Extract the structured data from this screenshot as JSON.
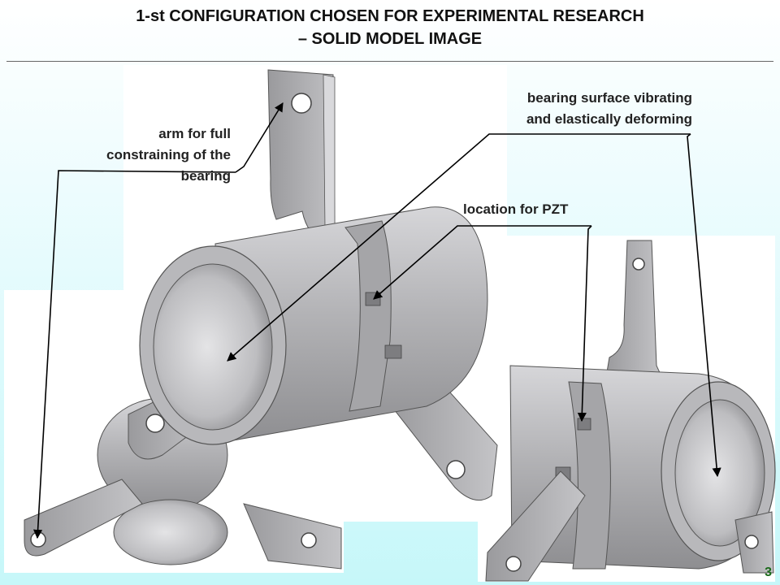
{
  "slide": {
    "title_line1": "1-st CONFIGURATION CHOSEN FOR EXPERIMENTAL RESEARCH",
    "title_line2": "– SOLID MODEL IMAGE",
    "page_number": "3"
  },
  "labels": {
    "arm": [
      "arm for full",
      "constraining of the",
      "bearing"
    ],
    "bearing_surface": [
      "bearing surface vibrating",
      "and elastically deforming"
    ],
    "pzt": "location for PZT"
  },
  "colors": {
    "metal_dark": "#8c8c8f",
    "metal_mid": "#a9a9ac",
    "metal_light": "#cfcfd2",
    "background_bottom": "#c6f7f9"
  }
}
